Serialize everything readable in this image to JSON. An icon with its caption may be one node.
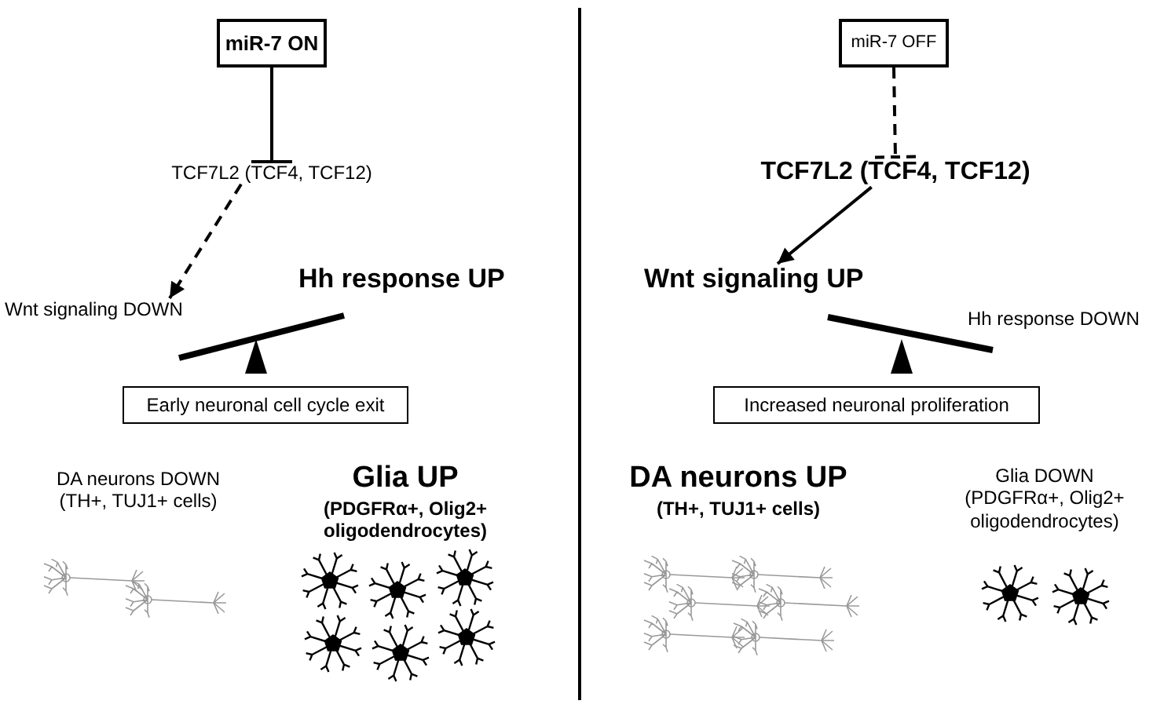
{
  "diagram": {
    "nodes": [
      {
        "text": [
          "miR-7 ON"
        ]
      },
      {
        "text": [
          "TCF7L2 (TCF4, TCF12)"
        ]
      },
      {
        "text": [
          "Wnt signaling DOWN"
        ]
      },
      {
        "text": [
          "Hh response UP"
        ]
      },
      {
        "text": [
          "Early neuronal cell cycle exit"
        ]
      },
      {
        "text": [
          "DA neurons DOWN",
          "(TH+, TUJ1+ cells)"
        ]
      },
      {
        "text": [
          "Glia UP",
          "(PDGFRα+, Olig2+ oligodendrocytes)"
        ]
      },
      {
        "text": [
          "miR-7 OFF"
        ]
      },
      {
        "text": [
          "TCF7L2 (TCF4, TCF12)"
        ]
      },
      {
        "text": [
          "Wnt signaling UP"
        ]
      },
      {
        "text": [
          "Hh response DOWN"
        ]
      },
      {
        "text": [
          "Increased neuronal proliferation"
        ]
      },
      {
        "text": [
          "DA neurons UP",
          "(TH+, TUJ1+ cells)"
        ]
      },
      {
        "text": [
          "Glia DOWN",
          "(PDGFRα+, Olig2+ oligodendrocytes)"
        ]
      }
    ],
    "edges": [
      {
        "from": 0,
        "to": 1,
        "arrow": "other"
      },
      {
        "from": 1,
        "to": 2,
        "arrow": "to",
        "style": "dashed"
      },
      {
        "from": 7,
        "to": 8,
        "arrow": "other",
        "style": "dashed"
      },
      {
        "from": 8,
        "to": 9,
        "arrow": "to"
      }
    ]
  }
}
